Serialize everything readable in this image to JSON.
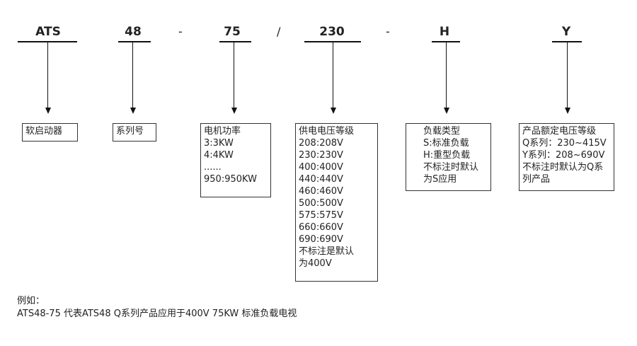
{
  "codes": {
    "ats": "ATS",
    "series": "48",
    "power": "75",
    "voltage": "230",
    "load": "H",
    "grade": "Y"
  },
  "separators": {
    "dash1": "-",
    "slash": "/",
    "dash2": "-"
  },
  "boxes": {
    "ats": [
      "软启动器"
    ],
    "series": [
      "系列号"
    ],
    "power": [
      "电机功率",
      "3:3KW",
      "4:4KW",
      "......",
      "950:950KW"
    ],
    "voltage": [
      "供电电压等级",
      "208:208V",
      "230:230V",
      "400:400V",
      "440:440V",
      "460:460V",
      "500:500V",
      "575:575V",
      "660:660V",
      "690:690V",
      "不标注是默认",
      "为400V"
    ],
    "load": [
      "负载类型",
      "S:标准负载",
      "H:重型负载",
      "不标注时默认",
      "为S应用"
    ],
    "grade": [
      "产品额定电压等级",
      "Q系列：230~415V",
      "Y系列：208~690V",
      "不标注时默认为Q系",
      "列产品"
    ]
  },
  "example": {
    "label": "例如：",
    "text": "ATS48-75 代表ATS48 Q系列产品应用于400V 75KW 标准负载电视"
  }
}
